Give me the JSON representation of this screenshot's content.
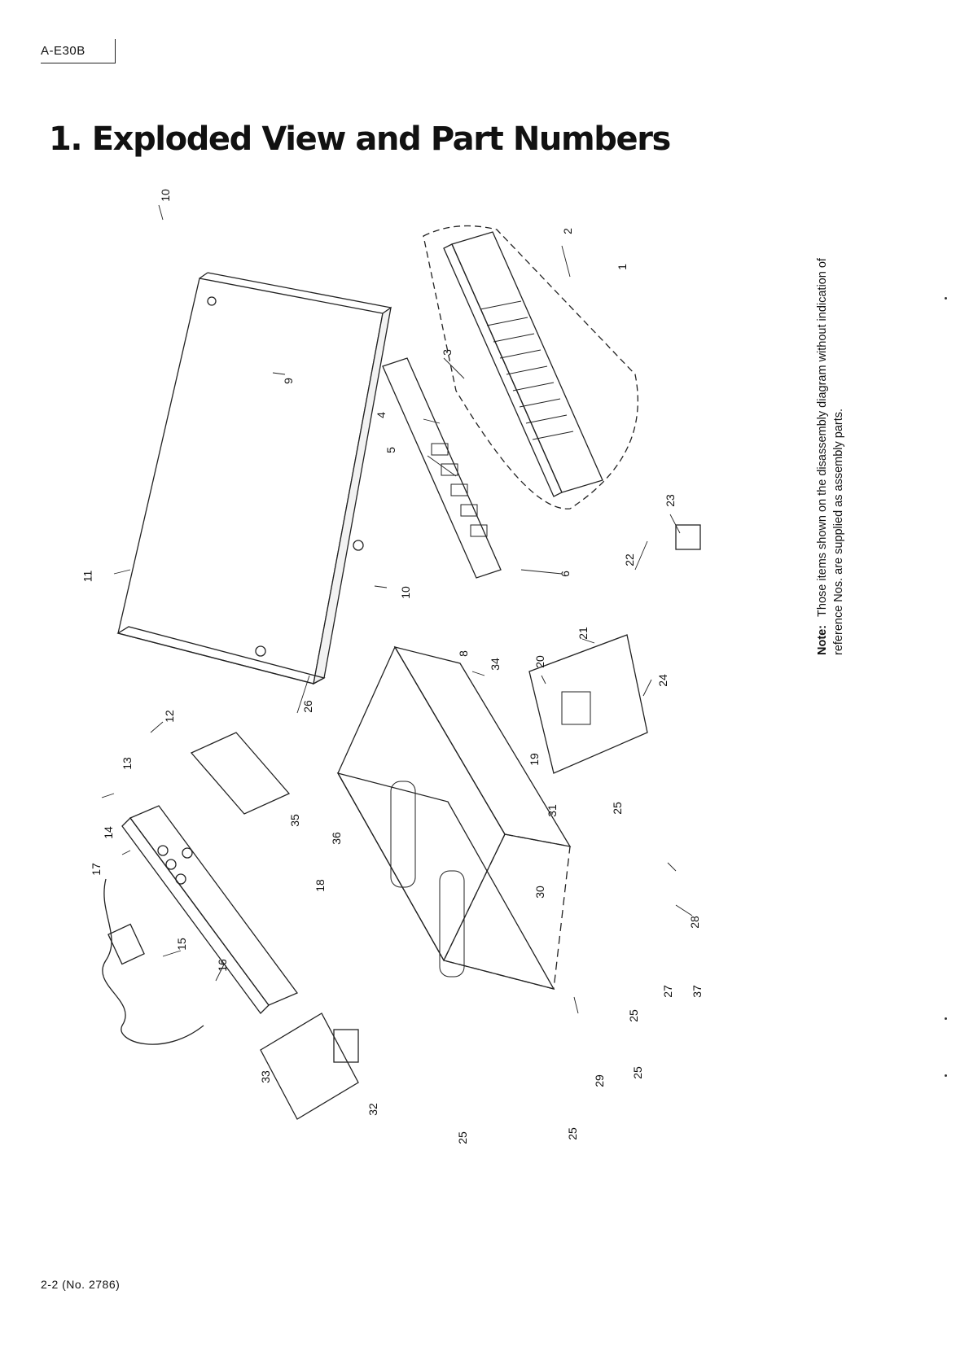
{
  "header": {
    "model": "A-E30B"
  },
  "title": "1. Exploded View and Part Numbers",
  "note": {
    "label": "Note:",
    "text": "Those items shown on the disassembly diagram without indication of reference Nos. are supplied as assembly parts."
  },
  "footer": {
    "page": "2-2 (No. 2786)"
  },
  "callouts": [
    "1",
    "2",
    "3",
    "4",
    "5",
    "6",
    "8",
    "9",
    "10",
    "10",
    "11",
    "12",
    "13",
    "14",
    "15",
    "16",
    "17",
    "18",
    "19",
    "20",
    "21",
    "22",
    "23",
    "24",
    "25",
    "25",
    "25",
    "25",
    "25",
    "26",
    "27",
    "28",
    "29",
    "30",
    "31",
    "32",
    "33",
    "34",
    "35",
    "36",
    "37"
  ],
  "colors": {
    "ink": "#222222",
    "paper": "#ffffff"
  }
}
